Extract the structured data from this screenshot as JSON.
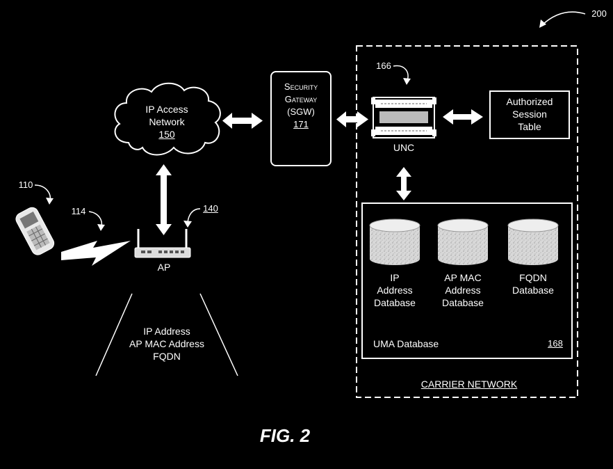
{
  "figure": {
    "label": "FIG. 2",
    "ref": "200"
  },
  "ip_access_network": {
    "line1": "IP Access",
    "line2": "Network",
    "ref": "150"
  },
  "security_gateway": {
    "line1": "Security",
    "line2": "Gateway",
    "line3": "(SGW)",
    "ref": "171"
  },
  "carrier_network": {
    "label": "CARRIER NETWORK"
  },
  "unc": {
    "label": "UNC",
    "ref": "166"
  },
  "session_table": {
    "line1": "Authorized",
    "line2": "Session",
    "line3": "Table"
  },
  "uma_database": {
    "label": "UMA Database",
    "ref": "168",
    "databases": [
      {
        "lines": [
          "IP",
          "Address",
          "Database"
        ]
      },
      {
        "lines": [
          "AP MAC",
          "Address",
          "Database"
        ]
      },
      {
        "lines": [
          "FQDN",
          "Database"
        ]
      }
    ]
  },
  "access_point": {
    "label": "AP",
    "ref": "140"
  },
  "handset": {
    "ref": "110"
  },
  "wireless_link": {
    "ref": "114"
  },
  "ap_info": {
    "line1": "IP Address",
    "line2": "AP MAC Address",
    "line3": "FQDN"
  }
}
